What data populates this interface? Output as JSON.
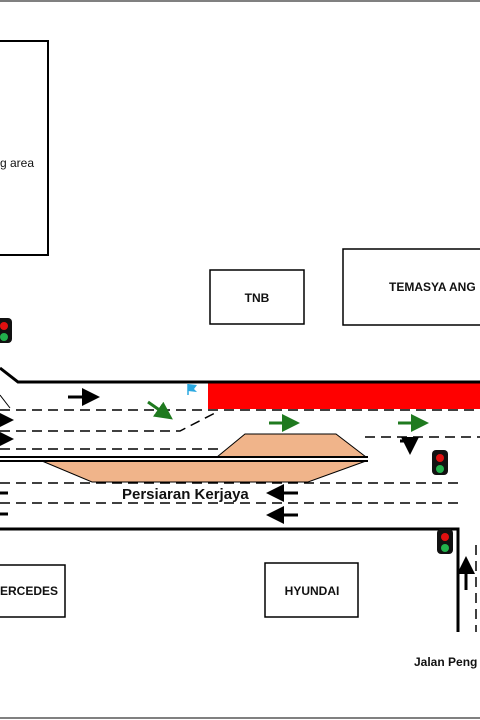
{
  "labels": {
    "parking_area": "g area",
    "tnb": "TNB",
    "temasya": "TEMASYA ANG",
    "mercedes": "ERCEDES",
    "hyundai": "HYUNDAI",
    "road_main": "Persiaran Kerjaya",
    "road_side": "Jalan Peng"
  },
  "colors": {
    "line": "#000000",
    "median": "#f0b48a",
    "red_zone": "#ff0000",
    "arrow_green": "#1f7a1f",
    "flag": "#2aa8e0",
    "signal_red": "#e01010",
    "signal_green": "#22b14c"
  },
  "icons": {
    "signal": "traffic-light-icon",
    "flag": "flag-icon",
    "arrow": "arrow-icon",
    "turn": "turn-right-arrow-icon"
  }
}
